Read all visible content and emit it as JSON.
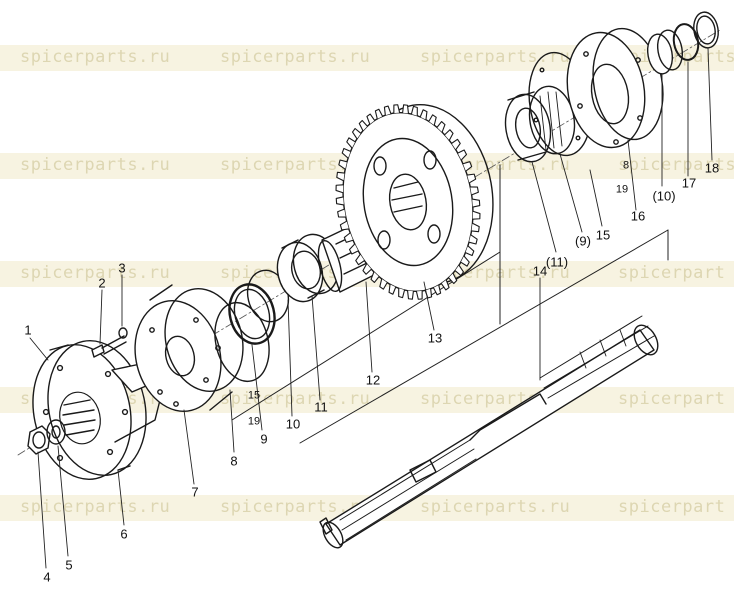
{
  "watermark": {
    "text": "spicerparts.ru",
    "text_cut": "spicerpart"
  },
  "labels": {
    "p1": "1",
    "p2": "2",
    "p3": "3",
    "p4": "4",
    "p5": "5",
    "p6": "6",
    "p7": "7",
    "p8a": "8",
    "p8b": "8",
    "p9a": "9",
    "p9b": "(9)",
    "p10a": "10",
    "p10b": "(10)",
    "p11a": "11",
    "p11b": "(11)",
    "p12": "12",
    "p13": "13",
    "p14": "14",
    "p15a": "15",
    "p15b": "15",
    "p16": "16",
    "p17": "17",
    "p18": "18",
    "p19a": "19",
    "p19b": "19"
  }
}
